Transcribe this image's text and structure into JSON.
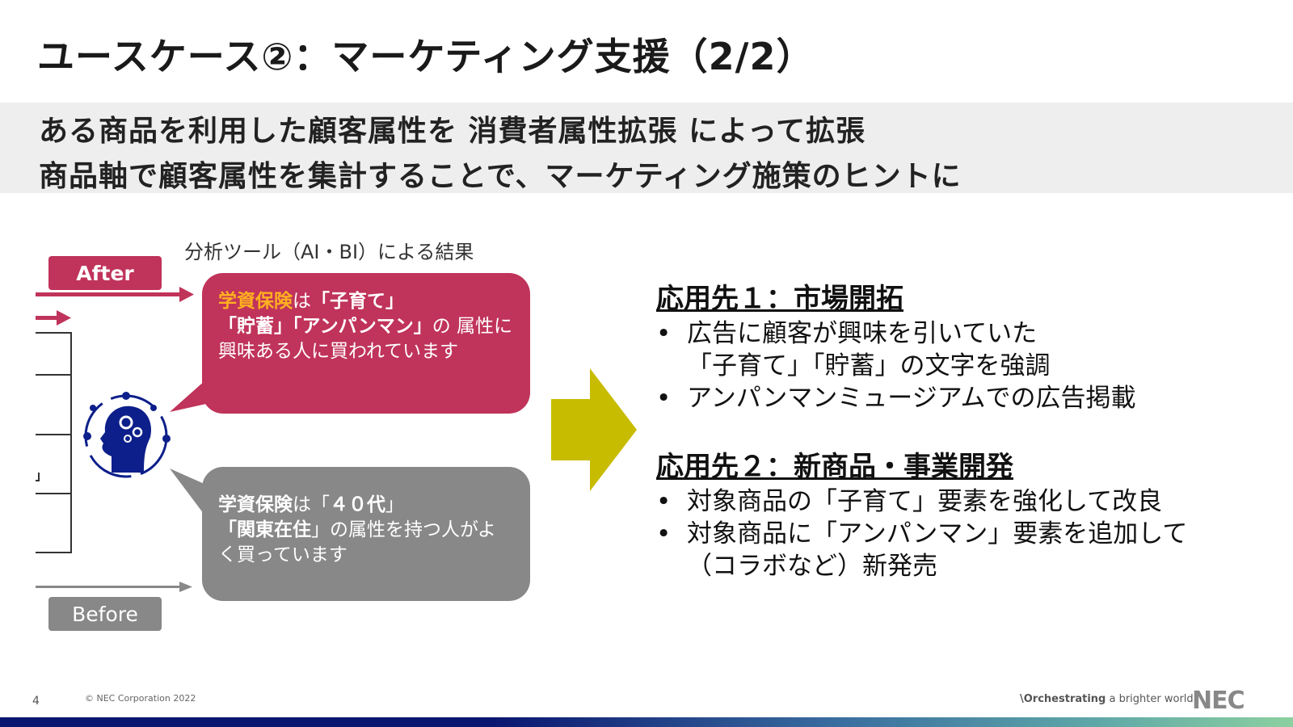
{
  "title": "ユースケース②：マーケティング支援（2/2）",
  "summary": {
    "line1": "ある商品を利用した顧客属性を 消費者属性拡張 によって拡張",
    "line2": "商品軸で顧客属性を集計することで、マーケティング施策のヒントに"
  },
  "diagram": {
    "caption": "分析ツール（AI・BI）による結果",
    "after_label": "After",
    "before_label": "Before",
    "after_bubble": {
      "p1": "学資保険",
      "p2": "は",
      "p3": "「子育て」",
      "p4": "「貯蓄」「アンパンマン」",
      "p5": "の",
      "p6": "属性に興味ある人に買われています"
    },
    "before_bubble": {
      "p1": "学資保険",
      "p2": "は「",
      "p3": "４０代",
      "p4": "」",
      "p5": "「関東在住",
      "p6": "」の属性を持つ人がよく買っています"
    },
    "colors": {
      "after": "#c0335a",
      "before": "#888888",
      "highlight": "#ffb020",
      "arrow": "#c8bc00"
    }
  },
  "applications": [
    {
      "heading": "応用先１：市場開拓",
      "items": [
        "広告に顧客が興味を引いていた",
        "「子育て」「貯蓄」の文字を強調",
        "アンパンマンミュージアムでの広告掲載"
      ]
    },
    {
      "heading": "応用先２：新商品・事業開発",
      "items": [
        "対象商品の「子育て」要素を強化して改良",
        "対象商品に「アンパンマン」要素を追加して",
        "（コラボなど）新発売"
      ]
    }
  ],
  "footer": {
    "page": "4",
    "copyright": "© NEC Corporation 2022",
    "slogan_bold": "\\Orchestrating",
    "slogan_rest": " a brighter world",
    "logo": "NEC"
  }
}
